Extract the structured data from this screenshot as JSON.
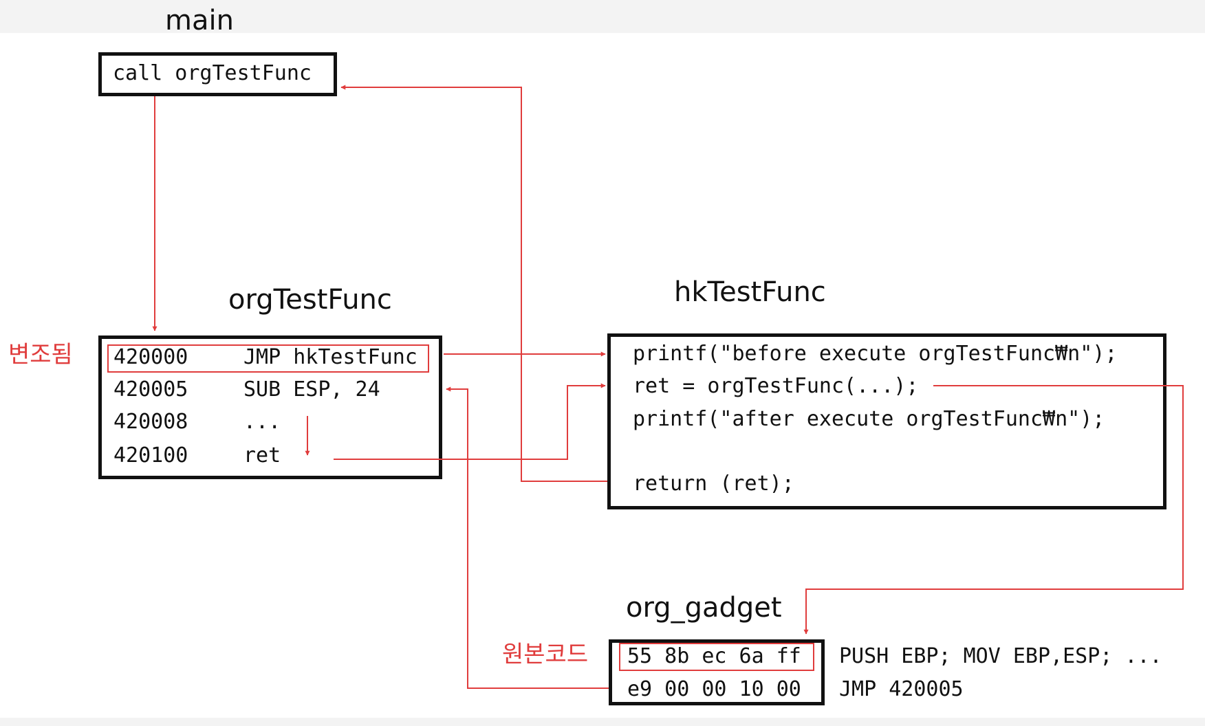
{
  "colors": {
    "accent": "#e03c3c",
    "ink": "#111111"
  },
  "labels": {
    "main": "main",
    "orgTestFunc": "orgTestFunc",
    "hkTestFunc": "hkTestFunc",
    "org_gadget": "org_gadget",
    "modified": "변조됨",
    "original_code": "원본코드"
  },
  "main_box": {
    "line": "call orgTestFunc"
  },
  "org_test_func_box": {
    "rows": [
      {
        "addr": "420000",
        "instr": "JMP hkTestFunc"
      },
      {
        "addr": "420005",
        "instr": "SUB ESP, 24"
      },
      {
        "addr": "420008",
        "instr": "..."
      },
      {
        "addr": "420100",
        "instr": "ret"
      }
    ]
  },
  "hk_test_func_box": {
    "lines": [
      "printf(\"before execute orgTestFunc₩n\");",
      "ret = orgTestFunc(...);",
      "printf(\"after execute orgTestFunc₩n\");",
      "return (ret);"
    ]
  },
  "org_gadget_box": {
    "bytes": [
      "55 8b ec 6a ff",
      "e9 00 00 10 00"
    ],
    "asm": [
      "PUSH EBP; MOV EBP,ESP; ...",
      "JMP 420005"
    ]
  }
}
